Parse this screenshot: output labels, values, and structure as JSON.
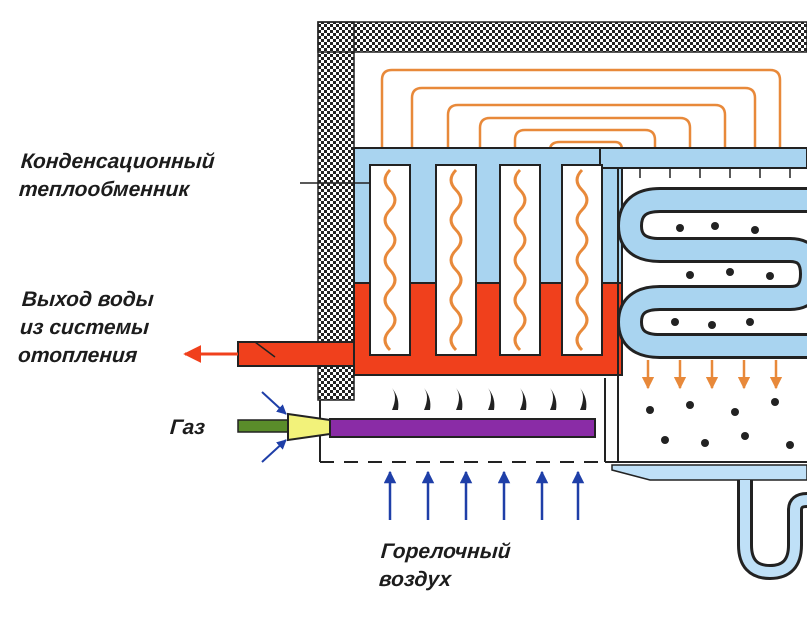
{
  "labels": {
    "heat_exchanger": [
      "Конденсационный",
      "теплообменник"
    ],
    "water_outlet": [
      "Выход воды",
      "из системы",
      "отопления"
    ],
    "gas": "Газ",
    "burner_air": [
      "Горелочный",
      "воздух"
    ]
  },
  "colors": {
    "background": "#ffffff",
    "casing_hatch": "#222222",
    "cold_water": "#a9d4f0",
    "hot_water": "#f0401c",
    "flue_gas_tubes": "#e8893a",
    "gas_pipe": "#8a2ca6",
    "gas_nozzle": "#f2f27a",
    "gas_inlet_pipe": "#5a8c2a",
    "air_arrows": "#1f3fa8",
    "condensate_drops": "#222222",
    "condensate_water": "#bfe0f7"
  }
}
